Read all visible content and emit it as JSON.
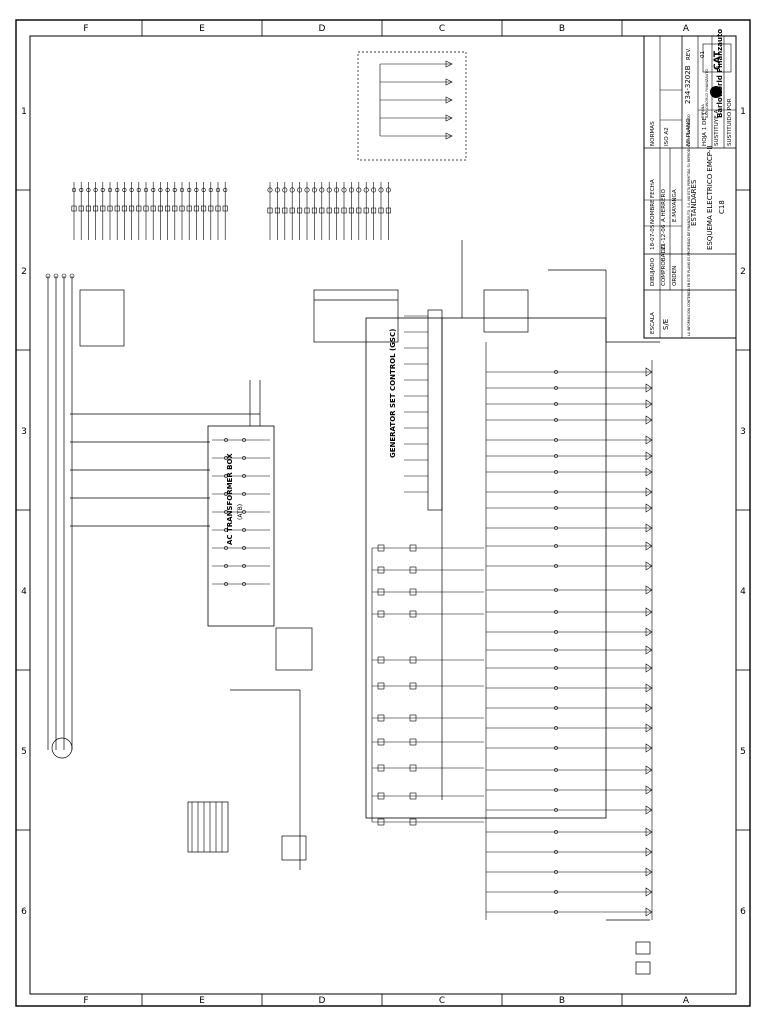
{
  "zones": {
    "letters": [
      "F",
      "E",
      "D",
      "C",
      "B",
      "A"
    ],
    "numbers": [
      "1",
      "2",
      "3",
      "4",
      "5",
      "6"
    ]
  },
  "title_block": {
    "brand": "Barloworld Finanzauto",
    "logo_text": "CAT",
    "company_lines": [
      "BARLOWORLD FINANZAUTO",
      "ESPAÑA"
    ],
    "normas_label": "NORMAS",
    "iso": "ISO A2",
    "plano_label": "Nº PLANO",
    "plano_value": "234-3202B",
    "rev_label": "REV.",
    "rev_value": "01",
    "hoja": "HOJA 1 DE 1",
    "sustituye": "SUSTITUYE A",
    "sustituido": "SUSTITUIDO POR",
    "fecha_label": "FECHA",
    "nombre_label": "NOMBRE",
    "dibujado": "DIBUJADO",
    "comprobado": "COMPROBADO",
    "orden": "ORDEN",
    "fecha_1": "18-07-05",
    "fecha_2": "21-12-06",
    "nombre_1": "A.HERRERO",
    "nombre_2": "E.MAYANGA",
    "escala_label": "ESCALA",
    "escala_value": "S/E",
    "estandares": "ESTANDARES",
    "esquema": "ESQUEMA ELECTRICO EMCP-II",
    "modelo": "C18",
    "nota_legal": "LA INFORMACION CONTENIDA EN ESTE PLANO ES PROPIEDAD DE FINANZAUTO, S.A. NO ESTA PERMITIDA SU REPRODUCCION SIN PERMISO."
  },
  "blocks": {
    "gsc": "GENERATOR SET CONTROL (GSC)",
    "ats": "AC TRANSFORMER BOX",
    "ats_sub": "(ATB)"
  }
}
